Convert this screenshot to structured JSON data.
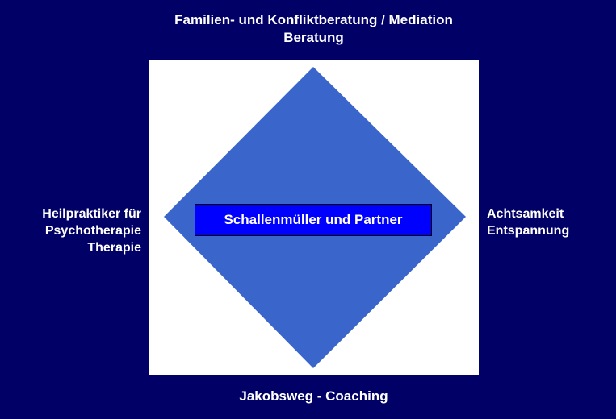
{
  "top": {
    "line1": "Familien- und Konfliktberatung / Mediation",
    "line2": "Beratung"
  },
  "left": {
    "line1": "Heilpraktiker für",
    "line2": "Psychotherapie",
    "line3": "Therapie"
  },
  "right": {
    "line1": "Achtsamkeit",
    "line2": "Entspannung"
  },
  "bottom": {
    "line1": "Jakobsweg - Coaching"
  },
  "center": {
    "label": "Schallenmüller und Partner"
  },
  "colors": {
    "background": "#000066",
    "panel": "#ffffff",
    "diamond": "#3a66cc",
    "center_box": "#0000ff",
    "text": "#ffffff"
  }
}
